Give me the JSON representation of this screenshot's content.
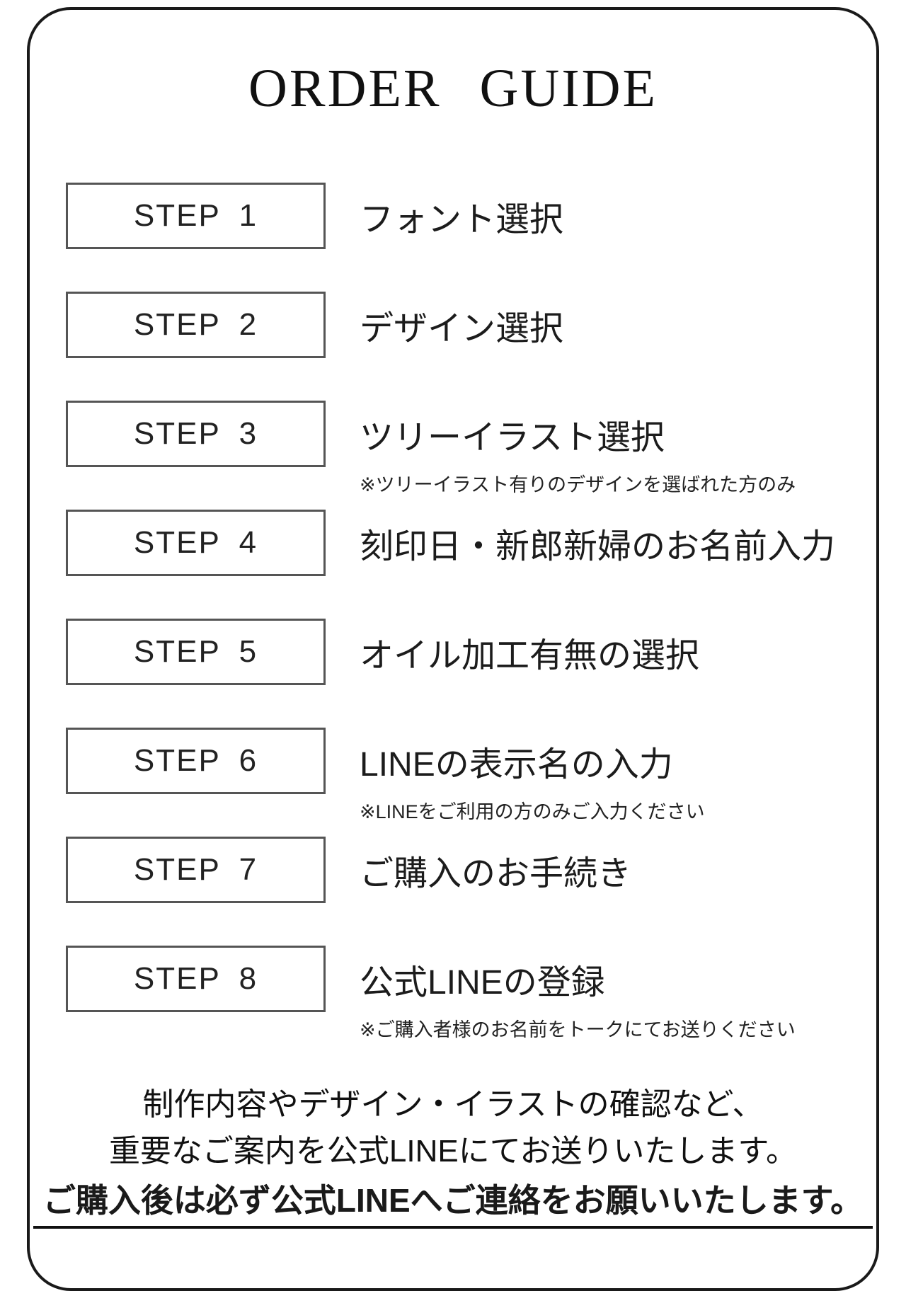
{
  "page": {
    "title": "ORDER GUIDE"
  },
  "steps": [
    {
      "label": "STEP 1",
      "title": "フォント選択"
    },
    {
      "label": "STEP 2",
      "title": "デザイン選択"
    },
    {
      "label": "STEP 3",
      "title": "ツリーイラスト選択",
      "note": "※ツリーイラスト有りのデザインを選ばれた方のみ"
    },
    {
      "label": "STEP 4",
      "title": "刻印日・新郎新婦のお名前入力"
    },
    {
      "label": "STEP 5",
      "title": "オイル加工有無の選択"
    },
    {
      "label": "STEP 6",
      "title": "LINEの表示名の入力",
      "note": "※LINEをご利用の方のみご入力ください"
    },
    {
      "label": "STEP 7",
      "title": "ご購入のお手続き"
    },
    {
      "label": "STEP 8",
      "title": "公式LINEの登録",
      "note": "※ご購入者様のお名前をトークにてお送りください"
    }
  ],
  "footer": {
    "line1": "制作内容やデザイン・イラストの確認など、",
    "line2": "重要なご案内を公式LINEにてお送りいたします。",
    "line3": "ご購入後は必ず公式LINEへご連絡をお願いいたします。"
  },
  "colors": {
    "background": "#ffffff",
    "text": "#1a1a1a",
    "frame_border": "#1a1a1a",
    "box_border": "#555555"
  }
}
